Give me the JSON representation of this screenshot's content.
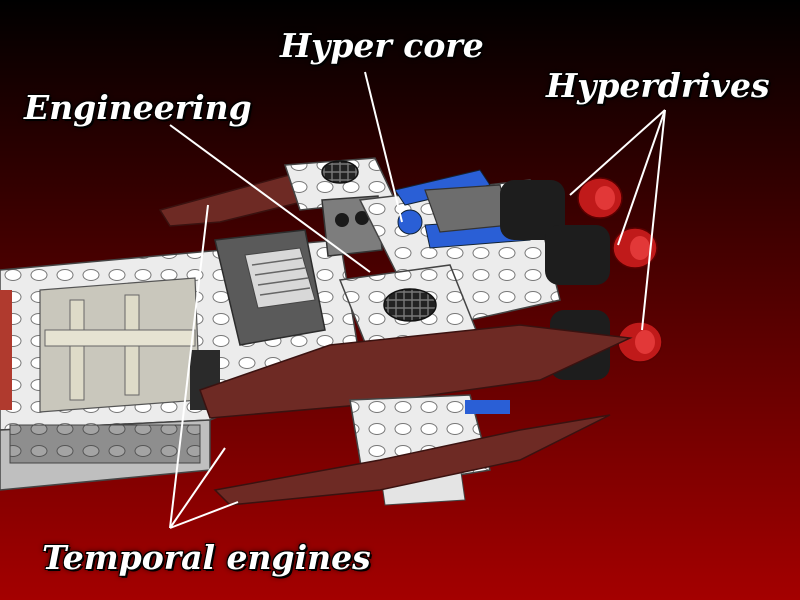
{
  "labels": {
    "hyper_core": "Hyper core",
    "engineering": "Engineering",
    "hyperdrives": "Hyperdrives",
    "temporal_engines": "Temporal engines"
  },
  "colors": {
    "background_top": "#000000",
    "background_bottom": "#a40000",
    "hull_white": "#f2f2f2",
    "hull_grey": "#9a9a9a",
    "dark_grey": "#5a5a5a",
    "wing_brown": "#6e2a24",
    "engine_red": "#c01a1a",
    "accent_blue": "#2a5fd6",
    "callout_line": "#ffffff"
  }
}
